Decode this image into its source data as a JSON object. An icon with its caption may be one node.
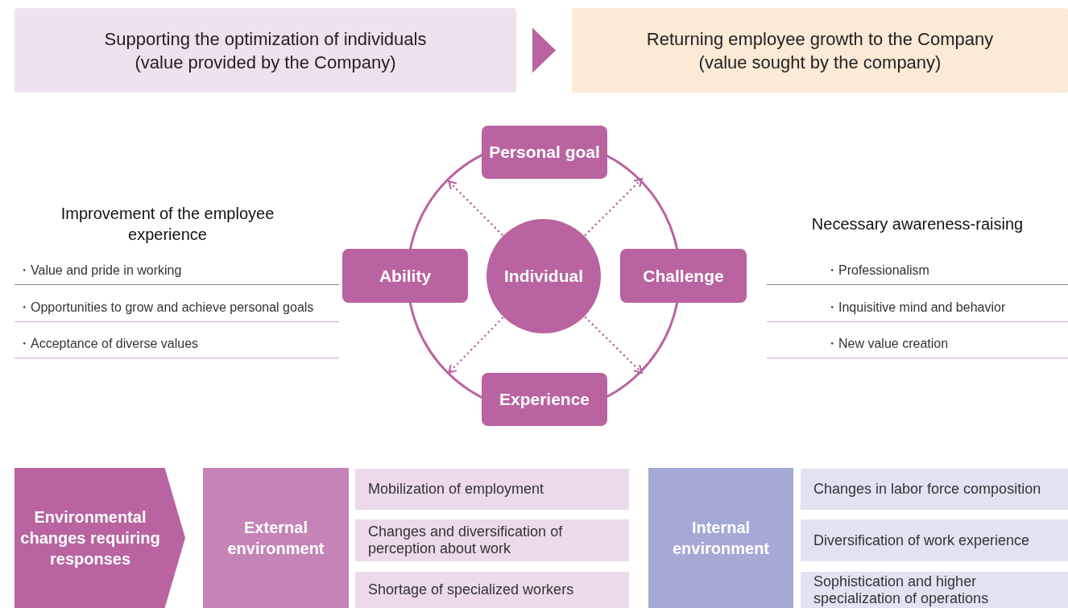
{
  "diagram": {
    "nodes": [
      {
        "text": [
          "Supporting the optimization of individuals",
          "(value provided by the Company)"
        ]
      },
      {
        "text": [
          "Returning employee growth to the Company",
          "(value sought by the company)"
        ]
      },
      {
        "text": [
          "Personal goal"
        ]
      },
      {
        "text": [
          "Ability"
        ]
      },
      {
        "text": [
          "Individual"
        ]
      },
      {
        "text": [
          "Challenge"
        ]
      },
      {
        "text": [
          "Experience"
        ]
      },
      {
        "text": [
          "Environmental changes requiring responses"
        ]
      },
      {
        "text": [
          "External environment"
        ]
      },
      {
        "text": [
          "Mobilization of employment"
        ]
      },
      {
        "text": [
          "Changes and diversification of perception about work"
        ]
      },
      {
        "text": [
          "Shortage of specialized workers"
        ]
      },
      {
        "text": [
          "Internal environment"
        ]
      },
      {
        "text": [
          "Changes in labor force composition"
        ]
      },
      {
        "text": [
          "Diversification of work experience"
        ]
      },
      {
        "text": [
          "Sophistication and higher specialization of operations"
        ]
      }
    ],
    "edges": [
      {
        "from": 0,
        "to": 1,
        "arrow": "to"
      },
      {
        "from": 4,
        "to": null,
        "arrow": "to",
        "style": "dashed"
      },
      {
        "from": 4,
        "to": null,
        "arrow": "to",
        "style": "dashed"
      },
      {
        "from": 4,
        "to": null,
        "arrow": "to",
        "style": "dashed"
      },
      {
        "from": 4,
        "to": null,
        "arrow": "to",
        "style": "dashed"
      }
    ],
    "labels": [
      "Improvement of the employee experience",
      "Necessary awareness-raising",
      "・Value and pride in working",
      "・Professionalism",
      "・Opportunities to grow and achieve personal goals",
      "・Inquisitive mind and behavior",
      "・Acceptance of diverse values",
      "・New value creation"
    ]
  }
}
